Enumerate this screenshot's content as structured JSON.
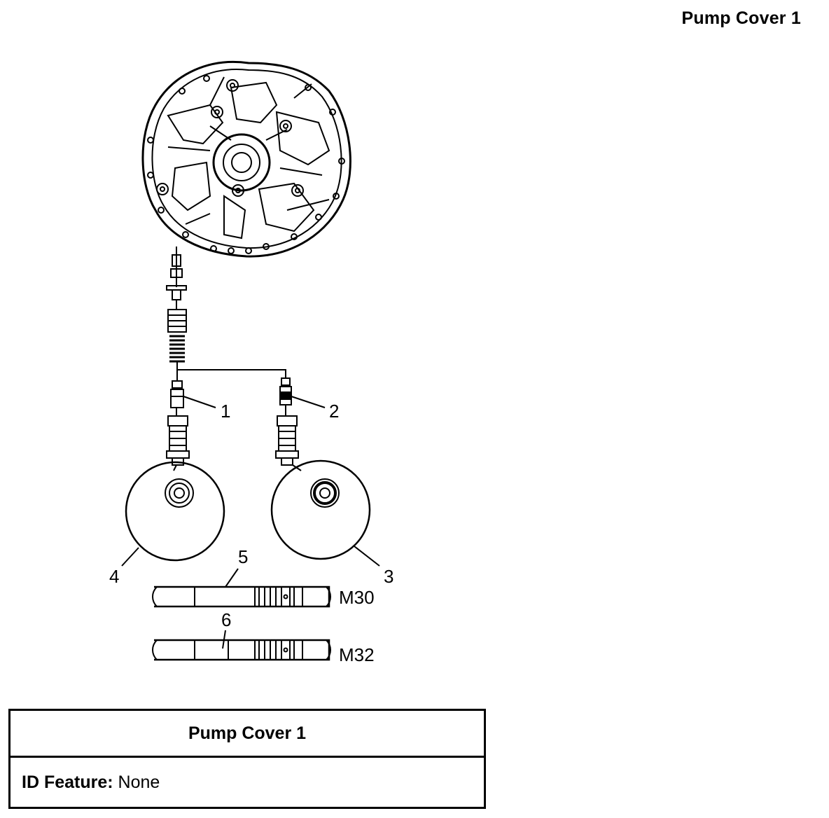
{
  "title": "Pump Cover 1",
  "callouts": {
    "c1": "1",
    "c2": "2",
    "c3": "3",
    "c4": "4",
    "c5": "5",
    "c6": "6"
  },
  "part_labels": {
    "m30": "M30",
    "m32": "M32"
  },
  "table": {
    "header": "Pump Cover 1",
    "id_feature_label": "ID Feature:",
    "id_feature_value": "None"
  }
}
